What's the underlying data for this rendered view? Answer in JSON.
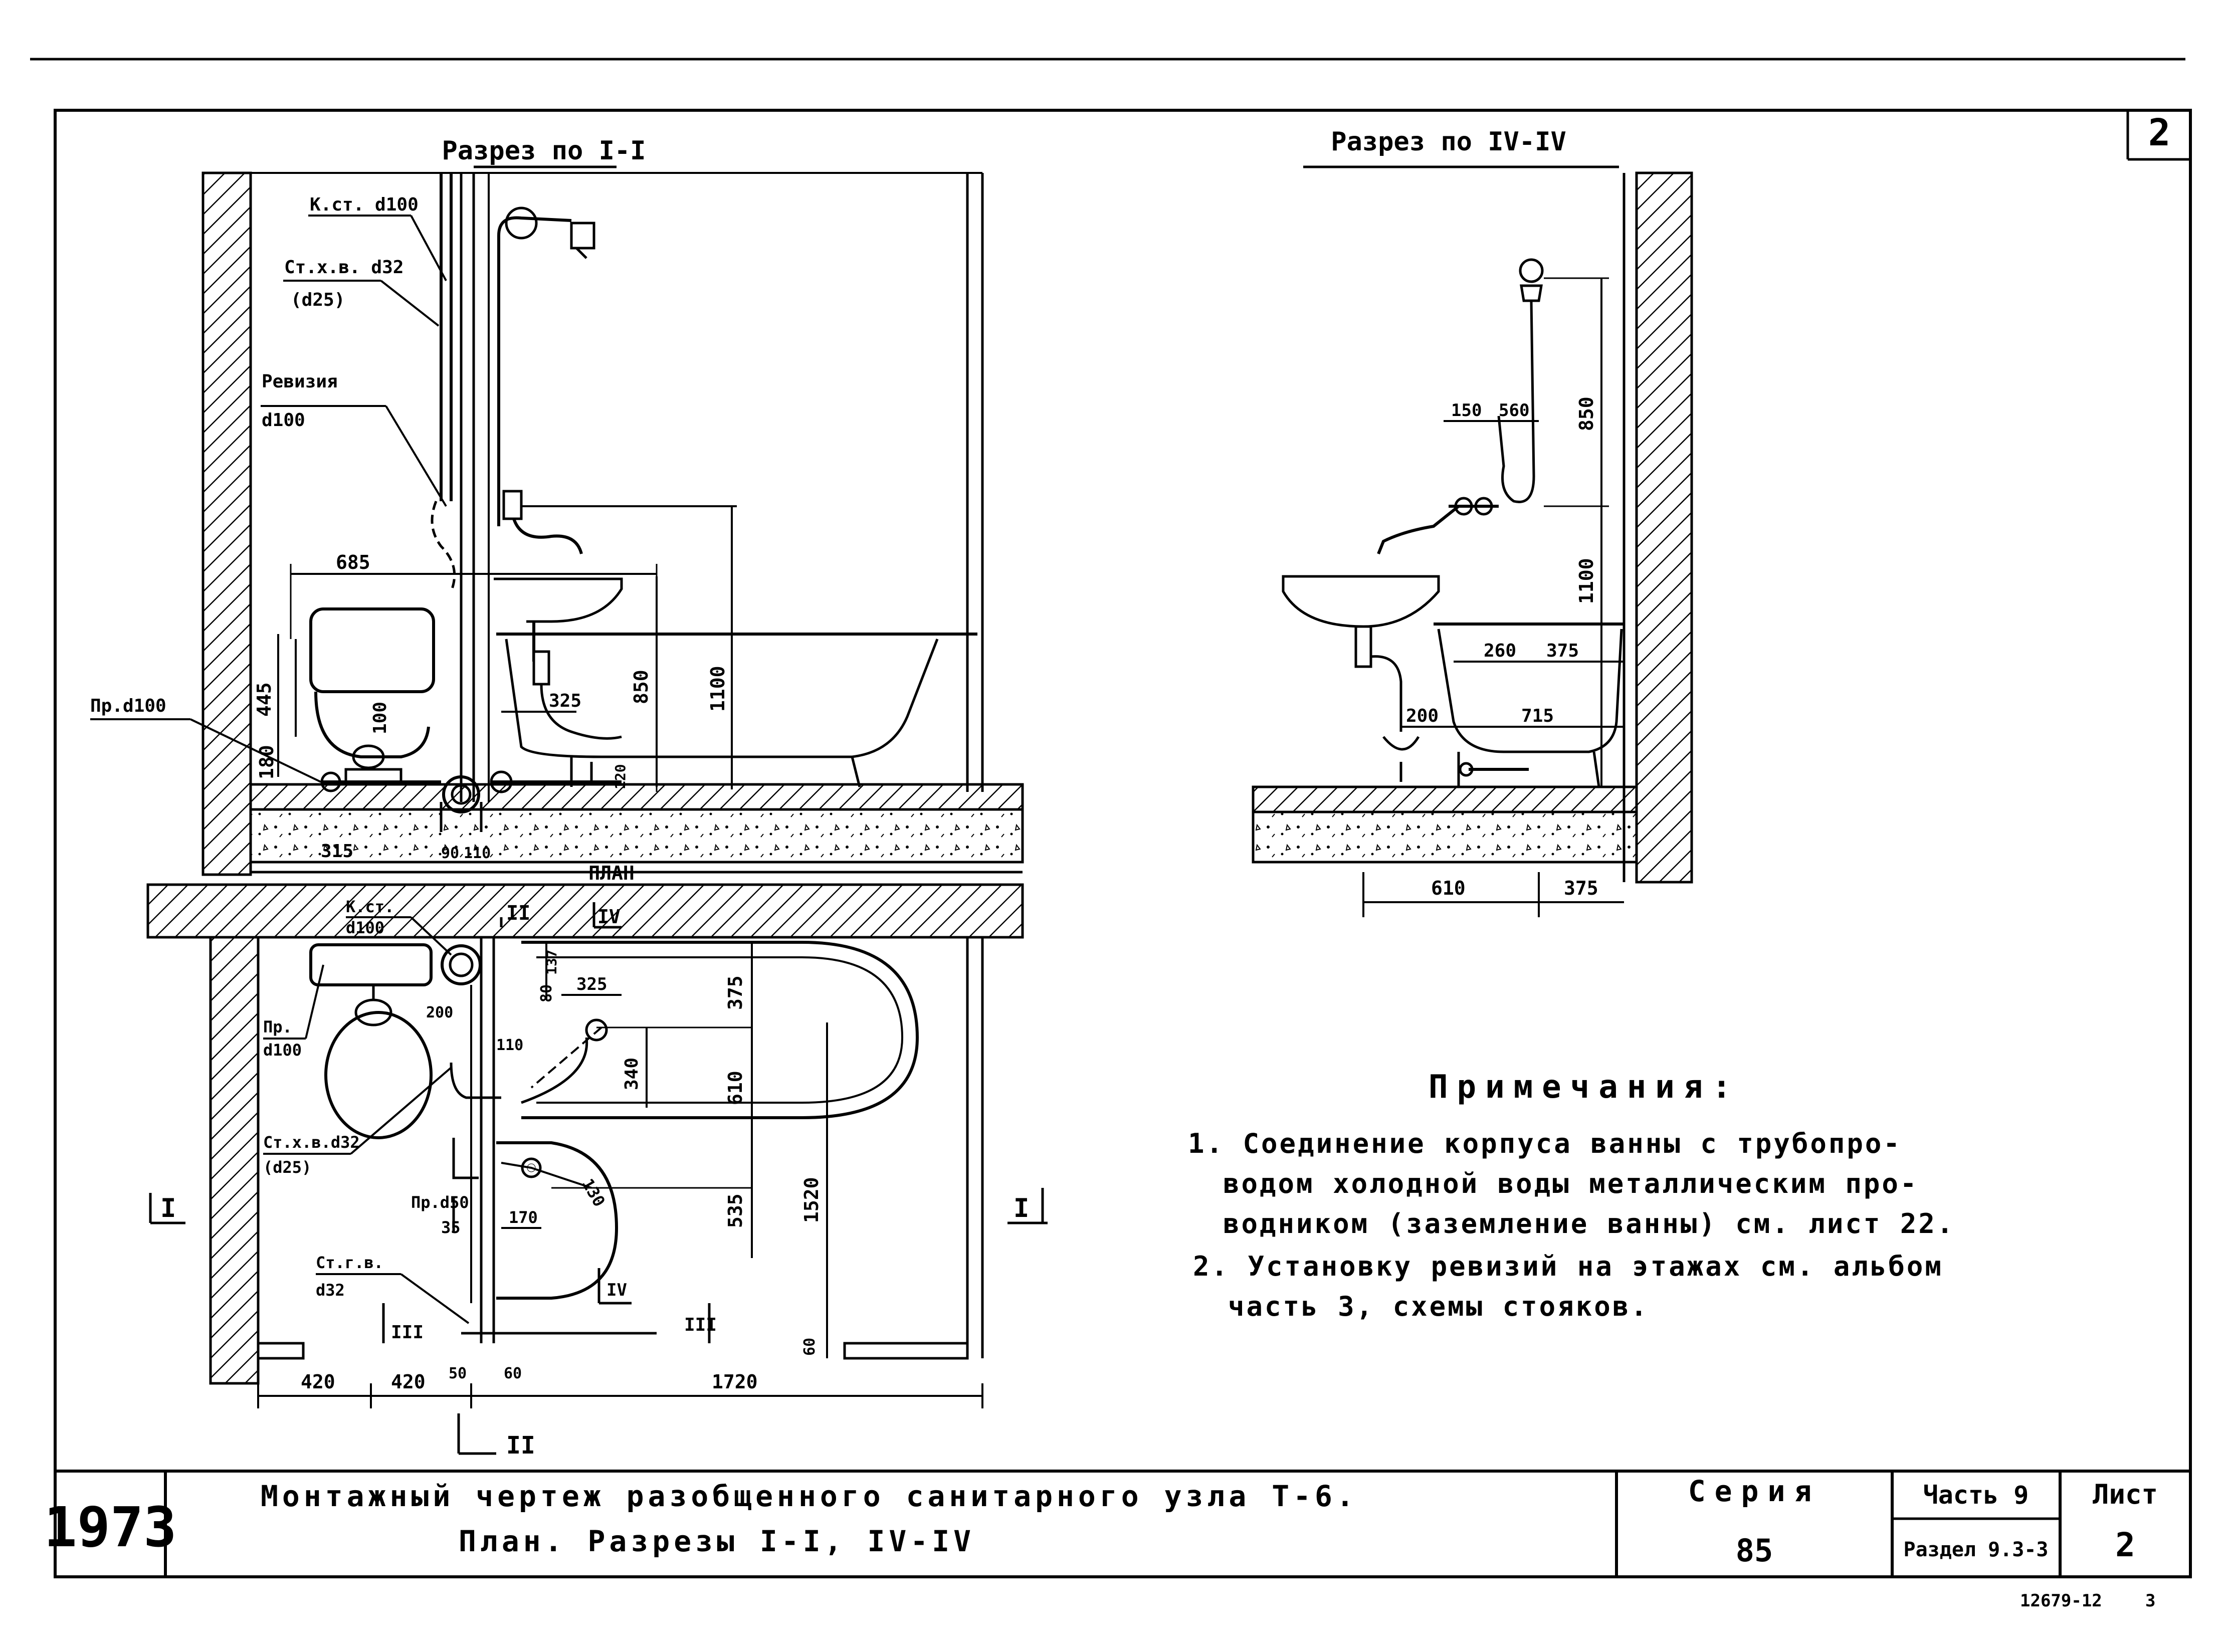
{
  "sheet_number_corner": "2",
  "section_1_title": "Разрез по I-I",
  "section_4_title": "Разрез по IV-IV",
  "plan_title": "ПЛАН",
  "labels": {
    "sewer_riser": "К.ст. d100",
    "cold_riser": "Ст.х.в. d32",
    "cold_riser_alt": "(d25)",
    "revision": "Ревизия",
    "revision_d": "d100",
    "outlet_main": "Пр.d100",
    "plan_sewer_riser_1": "К.ст.",
    "plan_sewer_riser_2": "d100",
    "plan_outlet_1": "Пр.",
    "plan_outlet_2": "d100",
    "plan_cold_riser_1": "Ст.х.в.d32",
    "plan_cold_riser_2": "(d25)",
    "plan_outlet_50": "Пр.d50",
    "plan_hot_riser_1": "Ст.г.в.",
    "plan_hot_riser_2": "d32"
  },
  "section_marks": {
    "I_left": "I",
    "I_right": "I",
    "II_top": "II",
    "II_bottom": "II",
    "III_left": "III",
    "III_right": "III",
    "IV_top": "IV",
    "IV_small": "IV"
  },
  "dimensions_section1": {
    "d685": "685",
    "d445": "445",
    "d100": "100",
    "d180": "180",
    "d325": "325",
    "d850": "850",
    "d1100": "1100",
    "d120": "120",
    "d315": "315",
    "d90": "90",
    "d110": "110"
  },
  "dimensions_section4": {
    "d150": "150",
    "d560": "560",
    "d850": "850",
    "d1100": "1100",
    "d260": "260",
    "d375": "375",
    "d200": "200",
    "d715": "715",
    "d610": "610",
    "d375b": "375"
  },
  "dimensions_plan": {
    "d137": "137",
    "d80": "80",
    "d325": "325",
    "d375": "375",
    "d200": "200",
    "d110": "110",
    "d340": "340",
    "d610": "610",
    "d1520": "1520",
    "d130": "130",
    "d170": "170",
    "d35": "35",
    "d535": "535",
    "d60": "60",
    "d420a": "420",
    "d420b": "420",
    "d50": "50",
    "d60b": "60",
    "d1720": "1720"
  },
  "notes": {
    "title": "Примечания:",
    "n1_l1": "1. Соединение корпуса ванны с трубопро-",
    "n1_l2": "водом холодной воды металлическим про-",
    "n1_l3": "водником (заземление ванны) см. лист 22.",
    "n2_l1": "2. Установку ревизий на этажах см. альбом",
    "n2_l2": "часть 3, схемы стояков."
  },
  "title_block": {
    "year": "1973",
    "title_line1": "Монтажный чертеж разобщенного санитарного узла Т-6.",
    "title_line2": "План. Разрезы I-I, IV-IV",
    "series_label": "Серия",
    "series_value": "85",
    "part": "Часть 9",
    "section": "Раздел 9.3-3",
    "sheet_label": "Лист",
    "sheet_value": "2"
  },
  "stamp_number": "12679-12",
  "stamp_page": "3"
}
